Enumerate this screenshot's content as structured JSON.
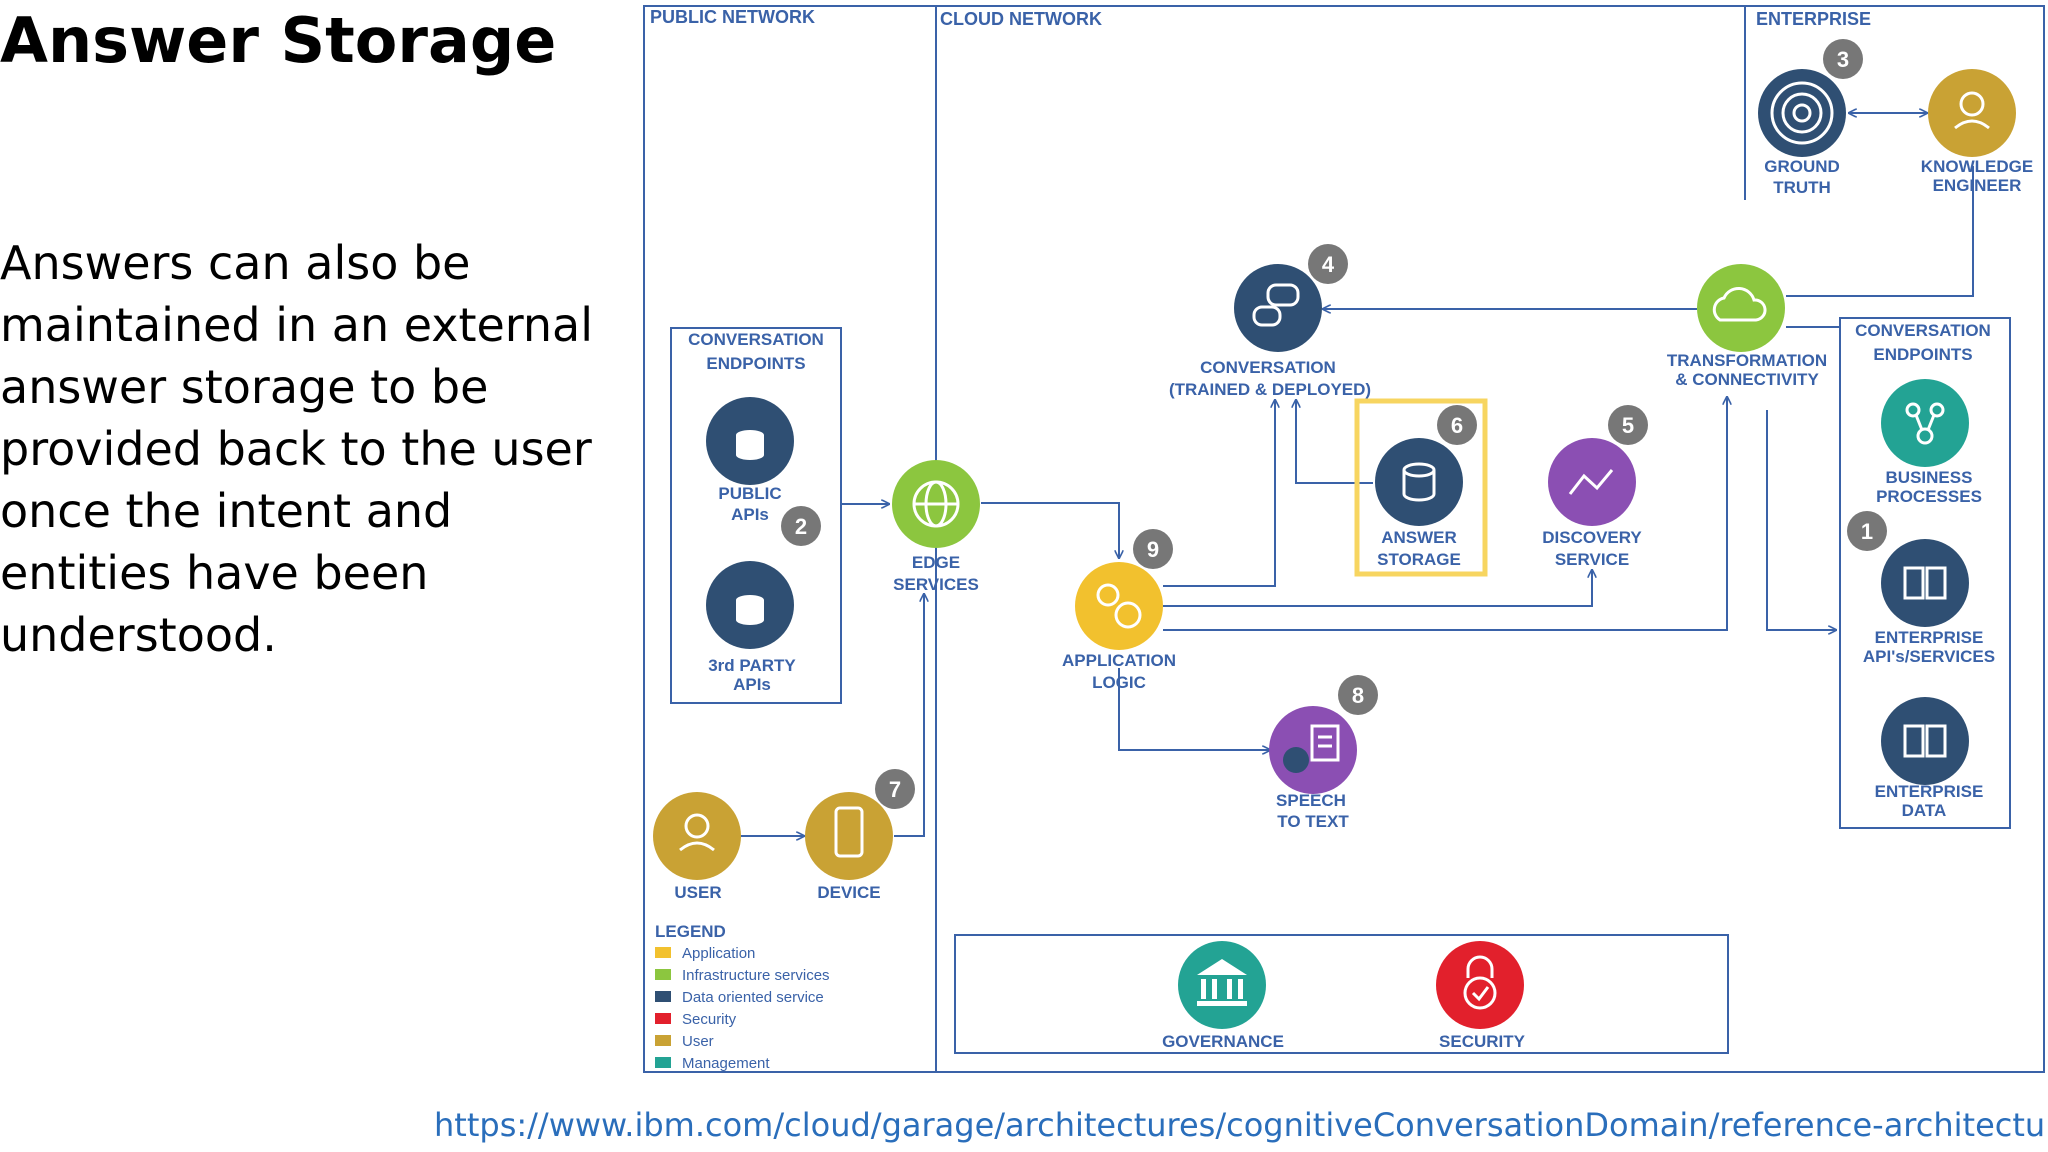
{
  "slide": {
    "title": "Answer Storage",
    "body": "Answers can also be maintained in an external answer storage to be provided back to the user once the intent and entities have been understood.",
    "source_url": "https://www.ibm.com/cloud/garage/architectures/cognitiveConversationDomain/reference-architecture"
  },
  "zones": {
    "public": "PUBLIC NETWORK",
    "cloud": "CLOUD NETWORK",
    "enterprise": "ENTERPRISE"
  },
  "groups": {
    "conv_endpoints_left": [
      "CONVERSATION",
      "ENDPOINTS"
    ],
    "conv_endpoints_right": [
      "CONVERSATION",
      "ENDPOINTS"
    ]
  },
  "nodes": {
    "public_apis": [
      "PUBLIC",
      "APIs"
    ],
    "third_party_apis": [
      "3rd PARTY",
      "APIs"
    ],
    "edge_services": [
      "EDGE",
      "SERVICES"
    ],
    "user": [
      "USER"
    ],
    "device": [
      "DEVICE"
    ],
    "application_logic": [
      "APPLICATION",
      "LOGIC"
    ],
    "conversation": [
      "CONVERSATION",
      "(TRAINED & DEPLOYED)"
    ],
    "answer_storage": [
      "ANSWER",
      "STORAGE"
    ],
    "discovery_service": [
      "DISCOVERY",
      "SERVICE"
    ],
    "speech_to_text": [
      "SPEECH",
      "TO TEXT"
    ],
    "transformation": [
      "TRANSFORMATION",
      "& CONNECTIVITY"
    ],
    "ground_truth": [
      "GROUND",
      "TRUTH"
    ],
    "knowledge_engineer": [
      "KNOWLEDGE",
      "ENGINEER"
    ],
    "business_processes": [
      "BUSINESS",
      "PROCESSES"
    ],
    "enterprise_apis": [
      "ENTERPRISE",
      "API's/SERVICES"
    ],
    "enterprise_data": [
      "ENTERPRISE",
      "DATA"
    ],
    "governance": [
      "GOVERNANCE"
    ],
    "security": [
      "SECURITY"
    ]
  },
  "badges": {
    "public_apis": "2",
    "device": "7",
    "application_logic": "9",
    "conversation": "4",
    "answer_storage": "6",
    "discovery_service": "5",
    "speech_to_text": "8",
    "ground_truth": "3",
    "enterprise_apis": "1"
  },
  "legend": {
    "title": "LEGEND",
    "items": [
      {
        "label": "Application",
        "color": "#f2c12e"
      },
      {
        "label": "Infrastructure services",
        "color": "#8cc63f"
      },
      {
        "label": "Data oriented service",
        "color": "#2f4f73"
      },
      {
        "label": "Security",
        "color": "#e2202c"
      },
      {
        "label": "User",
        "color": "#c9a234"
      },
      {
        "label": "Management",
        "color": "#23a394"
      }
    ]
  },
  "colors": {
    "line": "#3a62a8",
    "highlight": "#f7d560",
    "badge": "#777777",
    "application": "#f2c12e",
    "infrastructure": "#8cc63f",
    "data": "#2f4f73",
    "security": "#e2202c",
    "user": "#c9a234",
    "management": "#23a394",
    "speech": "#8b4fb3"
  }
}
